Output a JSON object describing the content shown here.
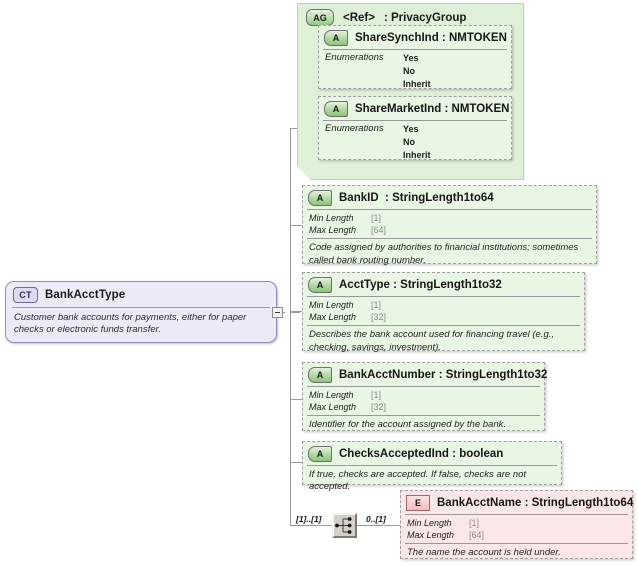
{
  "diagram": {
    "kind": "xsd-schema-diagram",
    "root": {
      "badge": "CT",
      "badge_name": "complex-type-icon",
      "name": "BankAcctType",
      "documentation": "Customer bank accounts for payments, either for paper checks or electronic funds transfer."
    },
    "compositor": {
      "icon_name": "sequence-icon",
      "left_cardinality": "[1]..[1]",
      "right_cardinality": "0..[1]"
    },
    "attribute_group": {
      "badge": "AG",
      "badge_name": "attribute-group-icon",
      "ref_label": "<Ref>",
      "separator": ":",
      "name": "PrivacyGroup",
      "attributes": [
        {
          "badge": "A",
          "name": "ShareSynchInd",
          "separator": ":",
          "type": "NMTOKEN",
          "enum_label": "Enumerations",
          "enumerations": [
            "Yes",
            "No",
            "Inherit"
          ]
        },
        {
          "badge": "A",
          "name": "ShareMarketInd",
          "separator": ":",
          "type": "NMTOKEN",
          "enum_label": "Enumerations",
          "enumerations": [
            "Yes",
            "No",
            "Inherit"
          ]
        }
      ]
    },
    "attributes": [
      {
        "badge": "A",
        "badge_name": "attribute-icon",
        "name": "BankID",
        "separator": ":",
        "type": "StringLength1to64",
        "facets": [
          {
            "name": "Min Length",
            "value": "[1]"
          },
          {
            "name": "Max Length",
            "value": "[64]"
          }
        ],
        "documentation": "Code assigned by authorities to financial institutions; sometimes called bank routing number."
      },
      {
        "badge": "A",
        "badge_name": "attribute-icon",
        "name": "AcctType",
        "separator": ":",
        "type": "StringLength1to32",
        "facets": [
          {
            "name": "Min Length",
            "value": "[1]"
          },
          {
            "name": "Max Length",
            "value": "[32]"
          }
        ],
        "documentation": "Describes the bank account used for financing travel (e.g., checking, savings, investment)."
      },
      {
        "badge": "A",
        "badge_name": "attribute-icon",
        "name": "BankAcctNumber",
        "separator": ":",
        "type": "StringLength1to32",
        "facets": [
          {
            "name": "Min Length",
            "value": "[1]"
          },
          {
            "name": "Max Length",
            "value": "[32]"
          }
        ],
        "documentation": "Identifier for the account assigned by the bank."
      },
      {
        "badge": "A",
        "badge_name": "attribute-icon",
        "name": "ChecksAcceptedInd",
        "separator": ":",
        "type": "boolean",
        "facets": [],
        "documentation": "If true, checks are accepted. If false, checks are not accepted."
      }
    ],
    "elements": [
      {
        "badge": "E",
        "badge_name": "element-icon",
        "name": "BankAcctName",
        "separator": ":",
        "type": "StringLength1to64",
        "facets": [
          {
            "name": "Min Length",
            "value": "[1]"
          },
          {
            "name": "Max Length",
            "value": "[64]"
          }
        ],
        "documentation": "The name the account is held under."
      }
    ],
    "colors": {
      "attribute_fill": "#e8f6e4",
      "element_fill": "#fbe7e8",
      "group_fill": "#dff0d8",
      "root_fill": "#eceaf6",
      "connector": "#9a9a9a"
    }
  }
}
